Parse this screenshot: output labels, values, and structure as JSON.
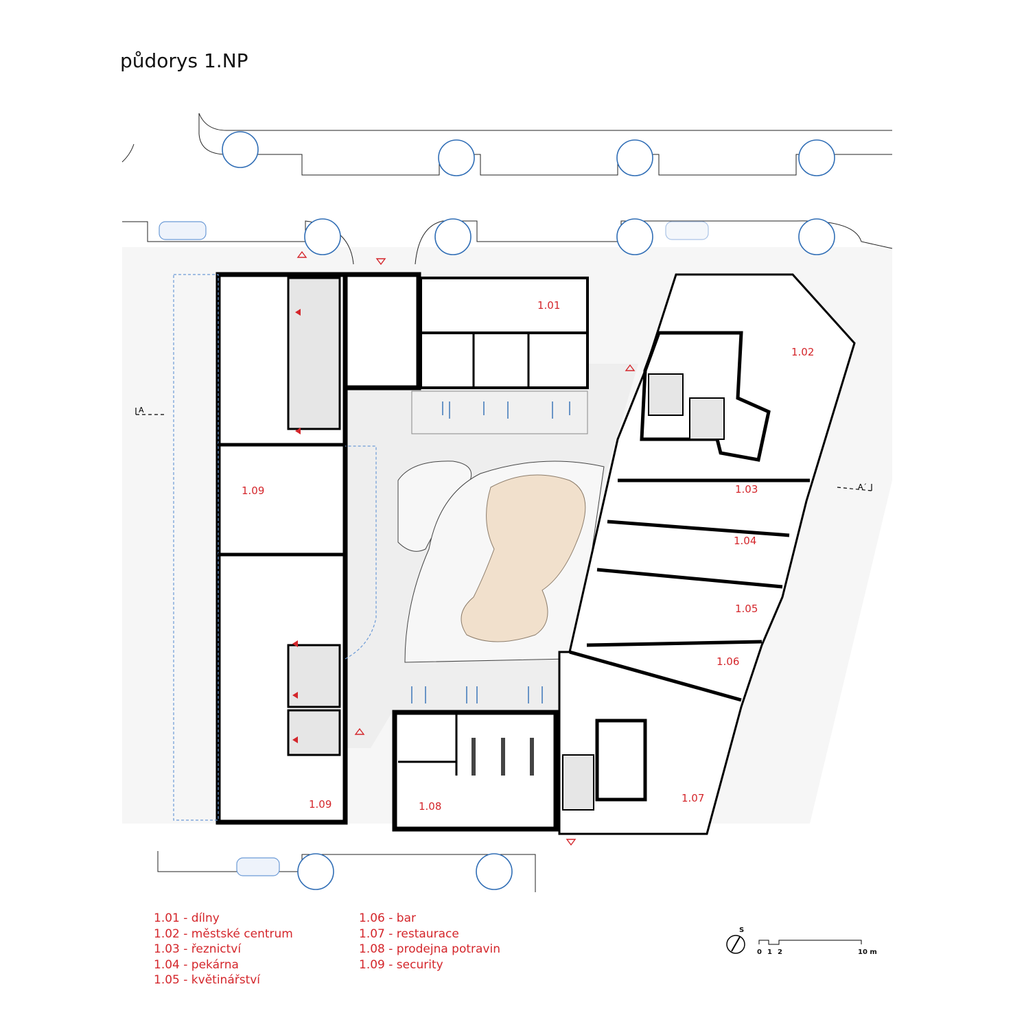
{
  "title": "půdorys 1.NP",
  "rooms": [
    {
      "code": "1.01"
    },
    {
      "code": "1.02"
    },
    {
      "code": "1.03"
    },
    {
      "code": "1.04"
    },
    {
      "code": "1.05"
    },
    {
      "code": "1.06"
    },
    {
      "code": "1.07"
    },
    {
      "code": "1.08"
    },
    {
      "code": "1.09"
    },
    {
      "code": "1.09"
    }
  ],
  "legend_left": [
    "1.01 - dílny",
    "1.02 - městské centrum",
    "1.03 - řeznictví",
    "1.04 - pekárna",
    "1.05 - květinářství"
  ],
  "legend_right": [
    "1.06 - bar",
    "1.07 - restaurace",
    "1.08 - prodejna potravin",
    "1.09 - security"
  ],
  "section_marks": {
    "left": "A",
    "right": "A´"
  },
  "north_label": "S",
  "scale": {
    "ticks": [
      "0",
      "1",
      "2"
    ],
    "end": "10 m"
  },
  "colors": {
    "label_red": "#d4262b",
    "tree_blue": "#2f6db5",
    "sand": "#f1e0cc",
    "paving": "#ececec"
  }
}
